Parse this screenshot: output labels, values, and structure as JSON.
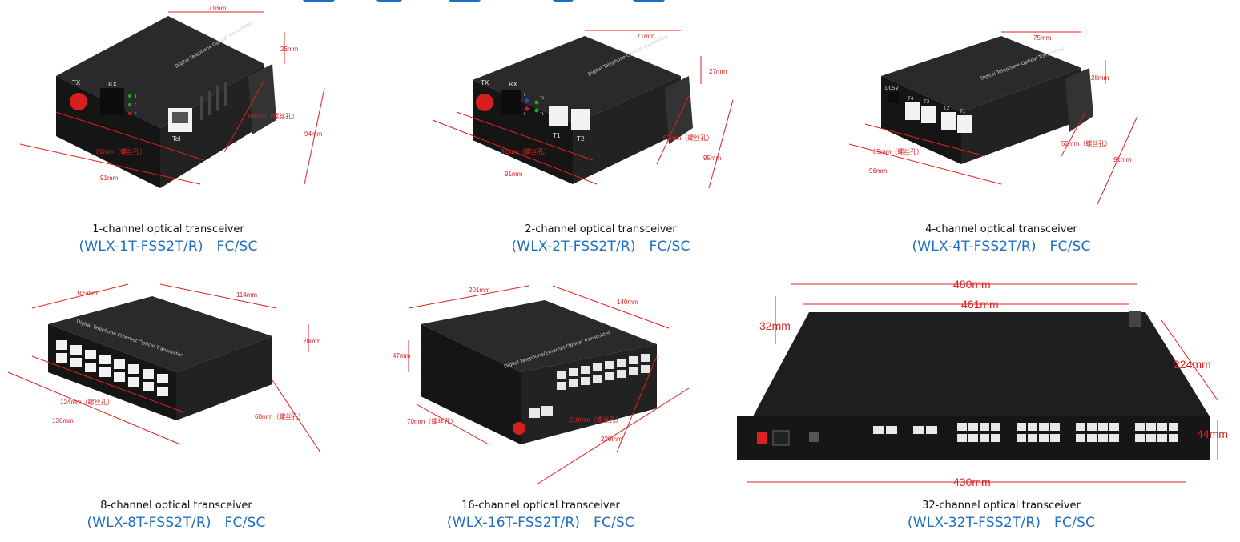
{
  "products": [
    {
      "title": "1-channel optical transceiver",
      "model": "(WLX-1T-FSS2T/R)",
      "connector": "FC/SC",
      "dims": [
        "71mm",
        "26mm",
        "63mm（螺丝孔）",
        "94mm",
        "80mm（螺丝孔）",
        "91mm"
      ],
      "labels": [
        "TX",
        "RX",
        "Tel",
        "Digital Telephone Optical Transmitter"
      ],
      "leds": [
        "T",
        "F",
        "P"
      ]
    },
    {
      "title": "2-channel optical transceiver",
      "model": "(WLX-2T-FSS2T/R)",
      "connector": "FC/SC",
      "dims": [
        "71mm",
        "27mm",
        "62mm（螺丝孔）",
        "95mm",
        "81mm（螺丝孔）",
        "91mm"
      ],
      "labels": [
        "TX",
        "RX",
        "T1",
        "T2",
        "Digital Telephone Optical Transmitter"
      ],
      "leds": [
        "F",
        "P",
        "T2",
        "T1"
      ]
    },
    {
      "title": "4-channel optical transceiver",
      "model": "(WLX-4T-FSS2T/R)",
      "connector": "FC/SC",
      "dims": [
        "75mm",
        "28mm",
        "52mm（螺丝孔）",
        "91mm",
        "85mm（螺丝孔）",
        "96mm"
      ],
      "labels": [
        "DC5V",
        "T4",
        "T3",
        "T2",
        "T1",
        "Digital Telephone Optical Transmitter"
      ]
    },
    {
      "title": "8-channel optical transceiver",
      "model": "(WLX-8T-FSS2T/R)",
      "connector": "FC/SC",
      "dims": [
        "105mm",
        "114mm",
        "28mm",
        "124mm（螺丝孔）",
        "136mm",
        "60mm（螺丝孔）"
      ],
      "labels": [
        "Digital Telephone Ethernet Optical Transmitter"
      ]
    },
    {
      "title": "16-channel optical transceiver",
      "model": "(WLX-16T-FSS2T/R)",
      "connector": "FC/SC",
      "dims": [
        "201mm",
        "140mm",
        "47mm",
        "70mm（螺丝孔）",
        "210mm（螺丝孔）",
        "220mm"
      ],
      "labels": [
        "Digital Telephone/Ethernet Optical Transmitter"
      ]
    },
    {
      "title": "32-channel optical transceiver",
      "model": "(WLX-32T-FSS2T/R)",
      "connector": "FC/SC",
      "dims": [
        "480mm",
        "461mm",
        "32mm",
        "224mm",
        "44mm",
        "430mm"
      ],
      "labels": []
    }
  ],
  "colors": {
    "accent": "#1f6fc0",
    "dimension": "#e02020",
    "device": "#1b1b1b"
  }
}
